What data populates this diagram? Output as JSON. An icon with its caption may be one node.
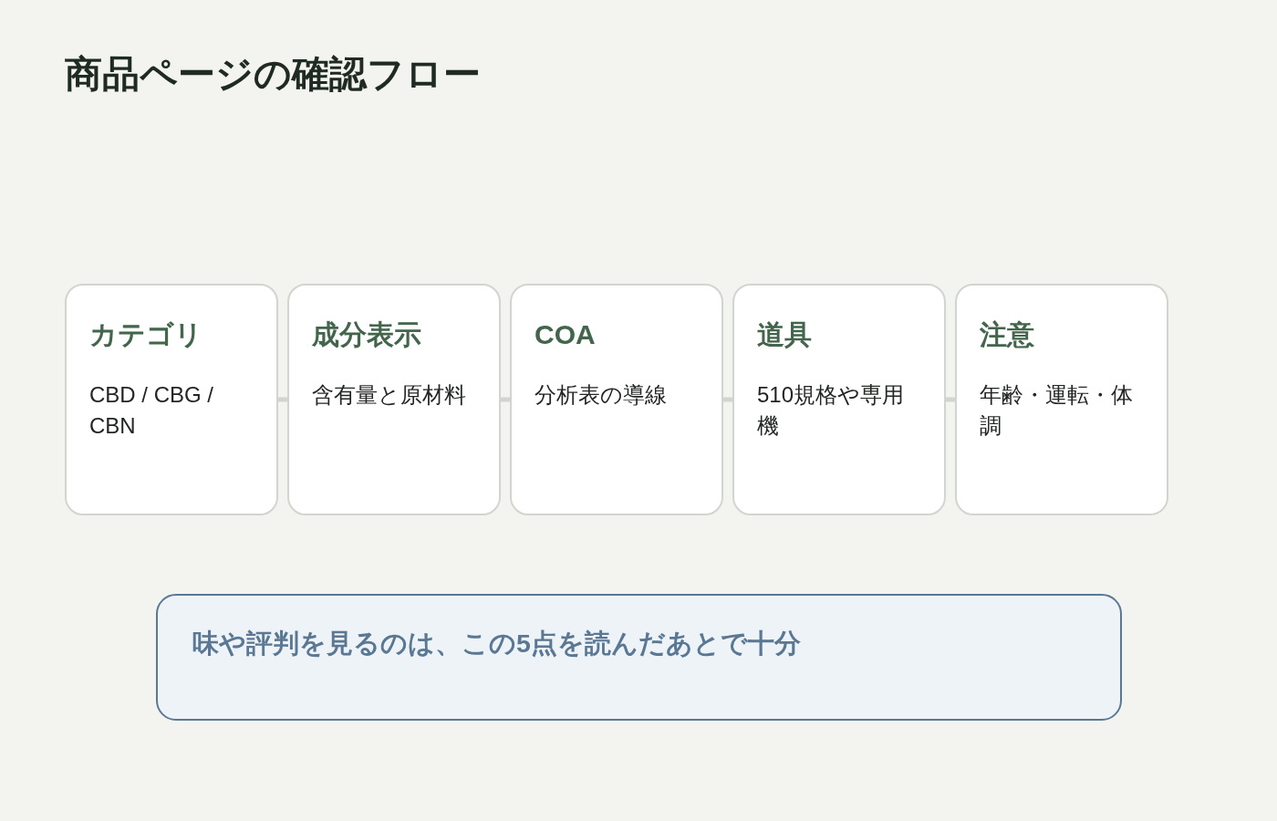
{
  "diagram": {
    "title": "商品ページの確認フロー",
    "nodes": [
      {
        "text": [
          "カテゴリ",
          "CBD / CBG / CBN"
        ]
      },
      {
        "text": [
          "成分表示",
          "含有量と原材料"
        ]
      },
      {
        "text": [
          "COA",
          "分析表の導線"
        ]
      },
      {
        "text": [
          "道具",
          "510規格や専用機"
        ]
      },
      {
        "text": [
          "注意",
          "年齢・運転・体調"
        ]
      },
      {
        "text": [
          "味や評判を見るのは、この5点を読んだあとで十分"
        ]
      }
    ],
    "edges": [
      {
        "from": 0,
        "to": 1,
        "arrow": "none"
      },
      {
        "from": 1,
        "to": 2,
        "arrow": "none"
      },
      {
        "from": 2,
        "to": 3,
        "arrow": "none"
      },
      {
        "from": 3,
        "to": 4,
        "arrow": "none"
      }
    ]
  }
}
